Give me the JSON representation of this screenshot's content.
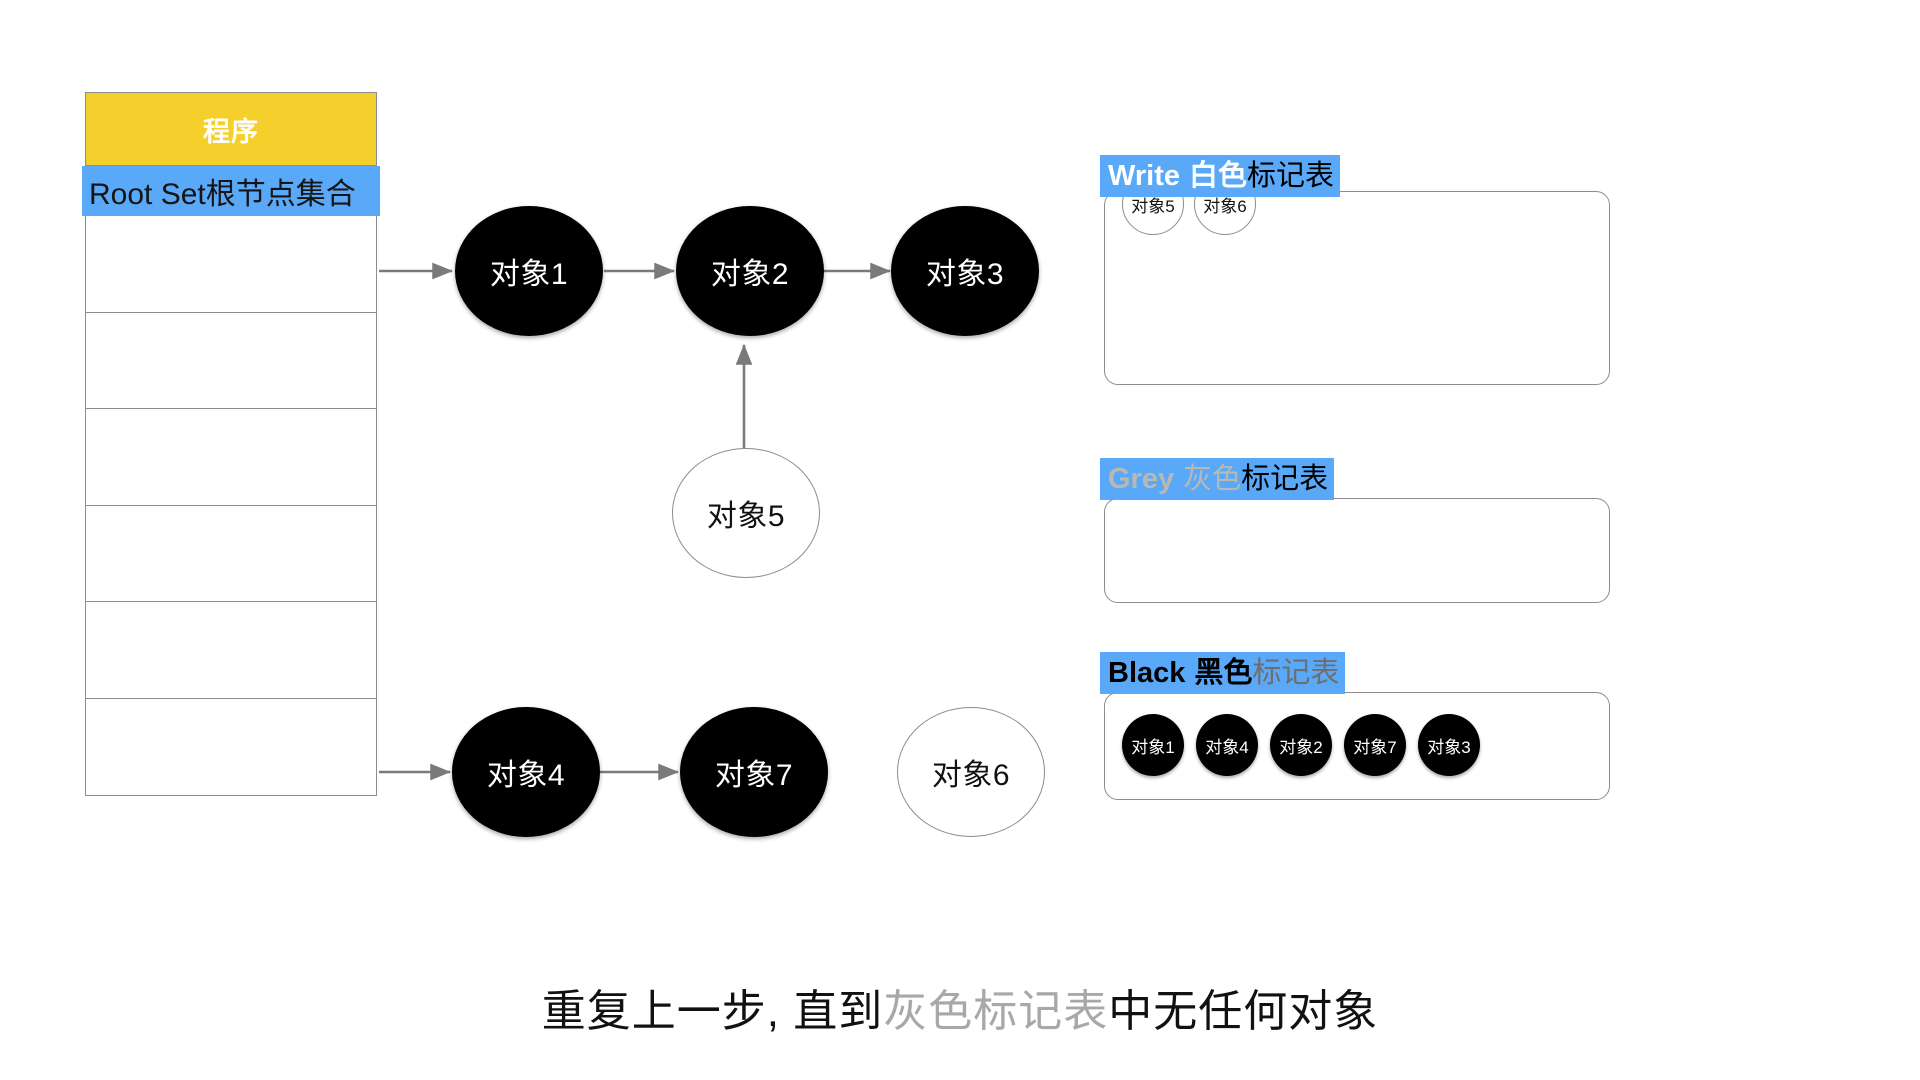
{
  "program_table": {
    "header_label": "程序",
    "root_set_label": "Root Set根节点集合",
    "empty_rows": 6,
    "colors": {
      "header_bg": "#F5CF2C",
      "root_set_bg": "#5AA8F8",
      "border": "#8D8D8D"
    }
  },
  "graph": {
    "nodes": [
      {
        "id": "obj1",
        "label": "对象1",
        "fill": "black"
      },
      {
        "id": "obj2",
        "label": "对象2",
        "fill": "black"
      },
      {
        "id": "obj3",
        "label": "对象3",
        "fill": "black"
      },
      {
        "id": "obj5",
        "label": "对象5",
        "fill": "white"
      },
      {
        "id": "obj4",
        "label": "对象4",
        "fill": "black"
      },
      {
        "id": "obj7",
        "label": "对象7",
        "fill": "black"
      },
      {
        "id": "obj6",
        "label": "对象6",
        "fill": "white"
      }
    ],
    "edges": [
      {
        "from": "root-set-row-1",
        "to": "obj1"
      },
      {
        "from": "obj1",
        "to": "obj2"
      },
      {
        "from": "obj2",
        "to": "obj3"
      },
      {
        "from": "obj5",
        "to": "obj2"
      },
      {
        "from": "root-set-row-5",
        "to": "obj4"
      },
      {
        "from": "obj4",
        "to": "obj7"
      }
    ]
  },
  "mark_tables": [
    {
      "id": "write",
      "title_en": "Write",
      "title_cn_colored": "白色",
      "title_cn_plain": "标记表",
      "en_color": "#FFFFFF",
      "cn_colored_color": "#FFFFFF",
      "cn_plain_color": "#000000",
      "items": [
        {
          "label": "对象5",
          "fill": "white"
        },
        {
          "label": "对象6",
          "fill": "white"
        }
      ]
    },
    {
      "id": "grey",
      "title_en": "Grey",
      "title_cn_colored": "灰色",
      "title_cn_plain": "标记表",
      "en_color": "#B9B9B3",
      "cn_colored_color": "#B9B9B3",
      "cn_plain_color": "#000000",
      "items": []
    },
    {
      "id": "black",
      "title_en": "Black",
      "title_cn_colored": "黑色",
      "title_cn_plain": "标记表",
      "en_color": "#000000",
      "cn_colored_color": "#000000",
      "cn_plain_color": "#6E6E6E",
      "items": [
        {
          "label": "对象1",
          "fill": "black"
        },
        {
          "label": "对象4",
          "fill": "black"
        },
        {
          "label": "对象2",
          "fill": "black"
        },
        {
          "label": "对象7",
          "fill": "black"
        },
        {
          "label": "对象3",
          "fill": "black"
        }
      ]
    }
  ],
  "caption": {
    "part1": "重复上一步, 直到",
    "highlight": "灰色标记表",
    "part2": "中无任何对象",
    "highlight_color": "#A8A8A8"
  }
}
